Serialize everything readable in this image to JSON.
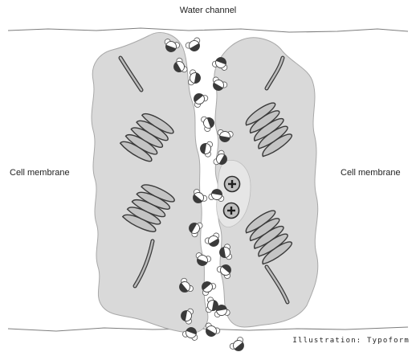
{
  "labels": {
    "title": "Water channel",
    "left_membrane": "Cell membrane",
    "right_membrane": "Cell membrane",
    "credit": "Illustration: Typoform"
  },
  "colors": {
    "protein_fill": "#d9d9d9",
    "helix_fill": "#c4c4c4",
    "helix_stroke": "#3a3a3a",
    "water_dark": "#3a3a3a",
    "water_light": "#ffffff",
    "ion_fill": "#bfbfbf"
  },
  "icons": {
    "water_molecule": "water-molecule-icon",
    "positive_ion": "plus-icon"
  }
}
